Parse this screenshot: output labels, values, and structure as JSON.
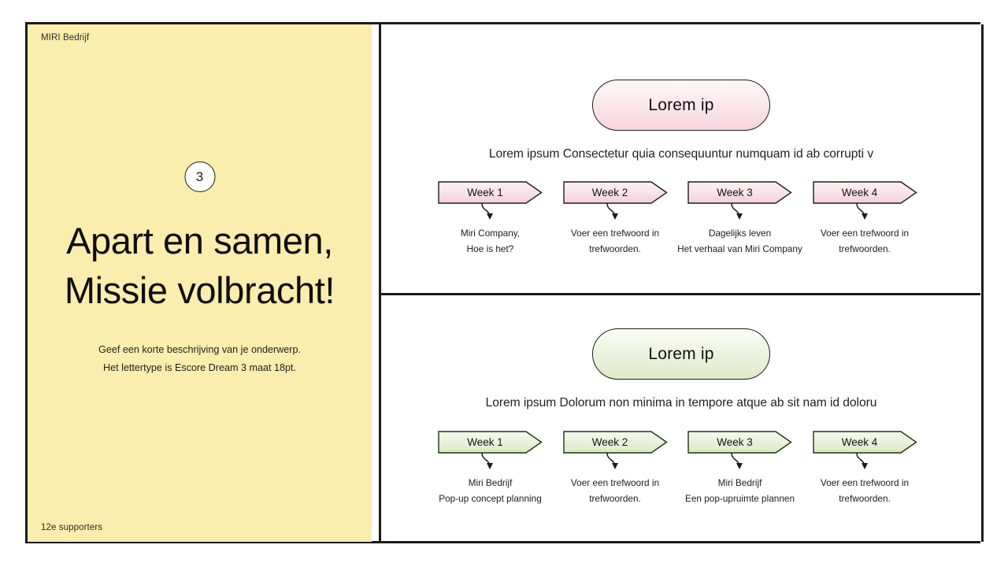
{
  "slide": {
    "left_panel": {
      "brand": "MIRI Bedrijf",
      "number_badge": "3",
      "title_line1": "Apart en samen,",
      "title_line2": "Missie volbracht!",
      "description_line1": "Geef een korte beschrijving van je onderwerp.",
      "description_line2": "Het lettertype is Escore Dream 3 maat 18pt.",
      "footer": "12e supporters",
      "background_color": "#faedad"
    },
    "sections": [
      {
        "id": "pink",
        "accent_color": "#f6d4de",
        "pill_label": "Lorem ip",
        "description": "Lorem ipsum Consectetur quia consequuntur numquam id ab corrupti v",
        "weeks": [
          {
            "label": "Week 1",
            "text_line1": "Miri Company,",
            "text_line2": "Hoe is het?"
          },
          {
            "label": "Week 2",
            "text_line1": "Voer een trefwoord in",
            "text_line2": "trefwoorden."
          },
          {
            "label": "Week 3",
            "text_line1": "Dagelijks leven",
            "text_line2": "Het verhaal van Miri Company"
          },
          {
            "label": "Week 4",
            "text_line1": "Voer een trefwoord in",
            "text_line2": "trefwoorden."
          }
        ]
      },
      {
        "id": "green",
        "accent_color": "#dfeac8",
        "pill_label": "Lorem ip",
        "description": "Lorem ipsum Dolorum non minima in tempore atque ab sit nam id doloru",
        "weeks": [
          {
            "label": "Week 1",
            "text_line1": "Miri Bedrijf",
            "text_line2": "Pop-up concept planning"
          },
          {
            "label": "Week 2",
            "text_line1": "Voer een trefwoord in",
            "text_line2": "trefwoorden."
          },
          {
            "label": "Week 3",
            "text_line1": "Miri Bedrijf",
            "text_line2": "Een pop-upruimte plannen"
          },
          {
            "label": "Week 4",
            "text_line1": "Voer een trefwoord in",
            "text_line2": "trefwoorden."
          }
        ]
      }
    ]
  }
}
